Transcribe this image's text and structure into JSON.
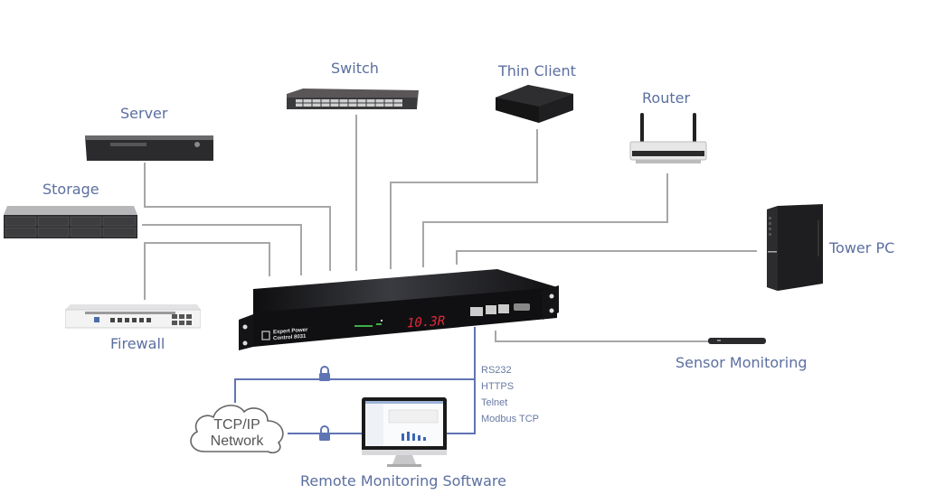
{
  "title": "Expert Power Control 8031 network diagram",
  "colors": {
    "label": "#5b6fa0",
    "wire_gray": "#a7a7a7",
    "wire_blue": "#5f74b3",
    "device_dark": "#1c1c1e"
  },
  "hub": {
    "brand_line1": "Expert Power",
    "brand_line2": "Control 8031",
    "display": "10.3R"
  },
  "devices": [
    {
      "id": "switch",
      "label": "Switch"
    },
    {
      "id": "thin-client",
      "label": "Thin Client"
    },
    {
      "id": "router",
      "label": "Router"
    },
    {
      "id": "server",
      "label": "Server"
    },
    {
      "id": "storage",
      "label": "Storage"
    },
    {
      "id": "tower-pc",
      "label": "Tower PC"
    },
    {
      "id": "firewall",
      "label": "Firewall"
    },
    {
      "id": "sensor",
      "label": "Sensor Monitoring"
    }
  ],
  "protocols": [
    "RS232",
    "HTTPS",
    "Telnet",
    "Modbus TCP"
  ],
  "network": {
    "line1": "TCP/IP",
    "line2": "Network"
  },
  "software_label": "Remote Monitoring Software",
  "icons": {
    "lock": "padlock-icon",
    "cloud": "cloud-icon",
    "monitor": "monitor-icon"
  }
}
